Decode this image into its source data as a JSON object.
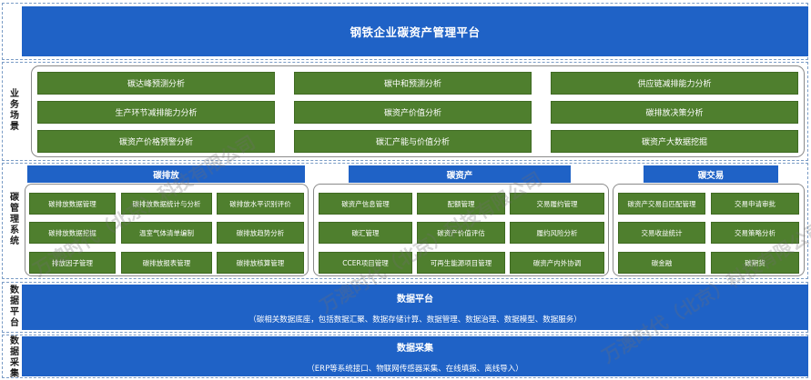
{
  "title": "钢铁企业碳资产管理平台",
  "side_labels": {
    "business": "业务场景",
    "management": "碳管理系统",
    "platform": "数据平台",
    "collect": "数据采集"
  },
  "business": {
    "rows": [
      [
        "碳达峰预测分析",
        "碳中和预测分析",
        "供应链减排能力分析"
      ],
      [
        "生产环节减排能力分析",
        "碳资产价值分析",
        "碳排放决策分析"
      ],
      [
        "碳资产价格预警分析",
        "碳汇产能与价值分析",
        "碳资产大数据挖掘"
      ]
    ]
  },
  "management": {
    "columns": [
      {
        "title": "碳排放",
        "items": [
          "碳排放数据管理",
          "碳排放数据统计与分析",
          "碳排放水平识别评价",
          "碳排放数据挖掘",
          "温室气体清单编制",
          "碳排放趋势分析",
          "排放因子管理",
          "碳排放报表管理",
          "碳排放核算管理"
        ]
      },
      {
        "title": "碳资产",
        "items": [
          "碳资产信息管理",
          "配额管理",
          "交易履约管理",
          "碳汇管理",
          "碳资产价值评估",
          "履约风险分析",
          "CCER项目管理",
          "可再生能源项目管理",
          "碳资产内外协调"
        ]
      },
      {
        "title": "碳交易",
        "items": [
          "碳资产交易自匹配管理",
          "交易申请审批",
          "交易收益统计",
          "交易策略分析",
          "碳金融",
          "碳期货"
        ]
      }
    ]
  },
  "platform": {
    "title": "数据平台",
    "subtitle": "（碳相关数据底座，包括数据汇聚、数据存储计算、数据管理、数据治理、数据模型、数据服务）"
  },
  "collect": {
    "title": "数据采集",
    "subtitle": "（ERP等系统接口、物联网传感器采集、在线填报、离线导入）"
  },
  "watermark": "万澳时代（北京）科技有限公司",
  "colors": {
    "blue": "#1f62c6",
    "green": "#4f7f2e",
    "dashed": "#7a9cc6"
  }
}
